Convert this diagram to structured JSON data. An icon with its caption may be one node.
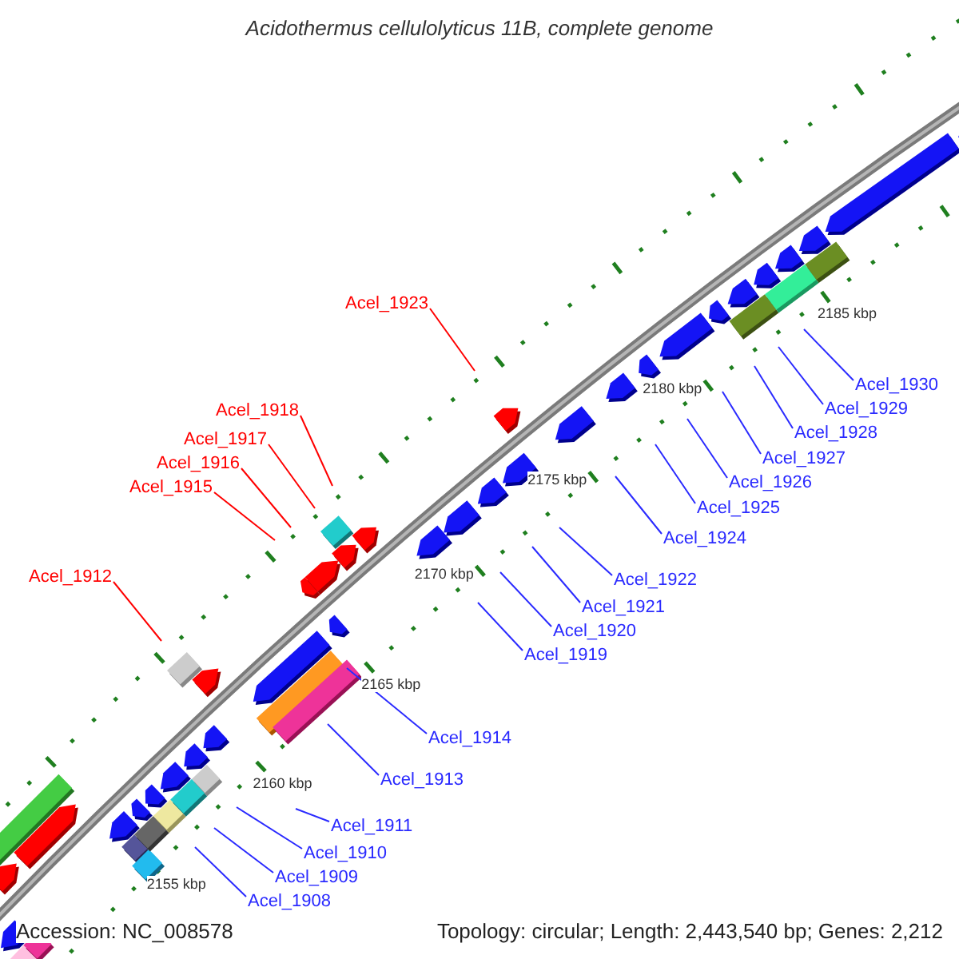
{
  "diagram": {
    "title": "Acidothermus cellulolyticus 11B, complete genome",
    "nodes": [
      {
        "text": [
          "Acel_1923"
        ]
      },
      {
        "text": [
          "Acel_1930"
        ]
      },
      {
        "text": [
          "Acel_1929"
        ]
      },
      {
        "text": [
          "Acel_1918"
        ]
      },
      {
        "text": [
          "Acel_1928"
        ]
      },
      {
        "text": [
          "Acel_1917"
        ]
      },
      {
        "text": [
          "Acel_1927"
        ]
      },
      {
        "text": [
          "Acel_1916"
        ]
      },
      {
        "text": [
          "Acel_1926"
        ]
      },
      {
        "text": [
          "Acel_1915"
        ]
      },
      {
        "text": [
          "Acel_1925"
        ]
      },
      {
        "text": [
          "Acel_1924"
        ]
      },
      {
        "text": [
          "Acel_1912"
        ]
      },
      {
        "text": [
          "Acel_1922"
        ]
      },
      {
        "text": [
          "Acel_1921"
        ]
      },
      {
        "text": [
          "Acel_1920"
        ]
      },
      {
        "text": [
          "Acel_1919"
        ]
      },
      {
        "text": [
          "Acel_1914"
        ]
      },
      {
        "text": [
          "Acel_1913"
        ]
      },
      {
        "text": [
          "Acel_1911"
        ]
      },
      {
        "text": [
          "Acel_1910"
        ]
      },
      {
        "text": [
          "Acel_1909"
        ]
      },
      {
        "text": [
          "Acel_1908"
        ]
      }
    ],
    "edges": [
      {
        "from": 0,
        "to": null,
        "arrow": "none",
        "color": "#ff0000"
      },
      {
        "from": 1,
        "to": null,
        "arrow": "none"
      },
      {
        "from": 2,
        "to": null,
        "arrow": "none"
      },
      {
        "from": 3,
        "to": null,
        "arrow": "none",
        "color": "#ff0000"
      },
      {
        "from": 4,
        "to": null,
        "arrow": "none"
      },
      {
        "from": 5,
        "to": null,
        "arrow": "none",
        "color": "#ff0000"
      },
      {
        "from": 6,
        "to": null,
        "arrow": "none"
      },
      {
        "from": 7,
        "to": null,
        "arrow": "none",
        "color": "#ff0000"
      },
      {
        "from": 8,
        "to": null,
        "arrow": "none"
      },
      {
        "from": 9,
        "to": null,
        "arrow": "none",
        "color": "#ff0000"
      },
      {
        "from": 10,
        "to": null,
        "arrow": "none"
      },
      {
        "from": 11,
        "to": null,
        "arrow": "none"
      },
      {
        "from": 12,
        "to": null,
        "arrow": "none",
        "color": "#ff0000"
      },
      {
        "from": 13,
        "to": null,
        "arrow": "none"
      },
      {
        "from": 14,
        "to": null,
        "arrow": "none"
      },
      {
        "from": 15,
        "to": null,
        "arrow": "none"
      },
      {
        "from": 16,
        "to": null,
        "arrow": "none"
      },
      {
        "from": 17,
        "to": null,
        "arrow": "none"
      },
      {
        "from": 18,
        "to": null,
        "arrow": "none"
      },
      {
        "from": 19,
        "to": null,
        "arrow": "none"
      },
      {
        "from": 20,
        "to": null,
        "arrow": "none"
      },
      {
        "from": 21,
        "to": null,
        "arrow": "none"
      },
      {
        "from": 22,
        "to": null,
        "arrow": "none"
      }
    ],
    "labels": [
      "2185 kbp",
      "2180 kbp",
      "2175 kbp",
      "2170 kbp",
      "2165 kbp",
      "2160 kbp",
      "2155 kbp",
      "Accession: NC_008578",
      "Topology: circular; Length: 2,443,540 bp; Genes: 2,212"
    ]
  }
}
